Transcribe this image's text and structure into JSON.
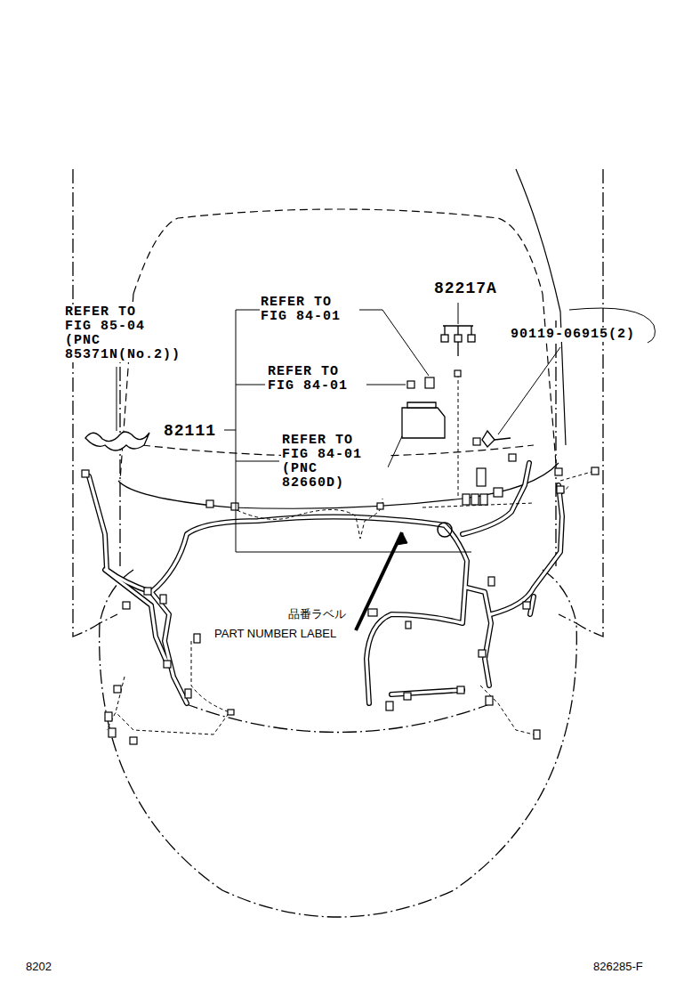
{
  "diagram": {
    "labels": [
      "REFER TO FIG 85-04 (PNC 85371N(No.2))",
      "REFER TO FIG 84-01",
      "82217A",
      "90119-06915(2)",
      "REFER TO FIG 84-01",
      "82111",
      "REFER TO FIG 84-01 (PNC 82660D)",
      "品番ラベル",
      "PART NUMBER LABEL",
      "8202",
      "826285-F"
    ]
  }
}
